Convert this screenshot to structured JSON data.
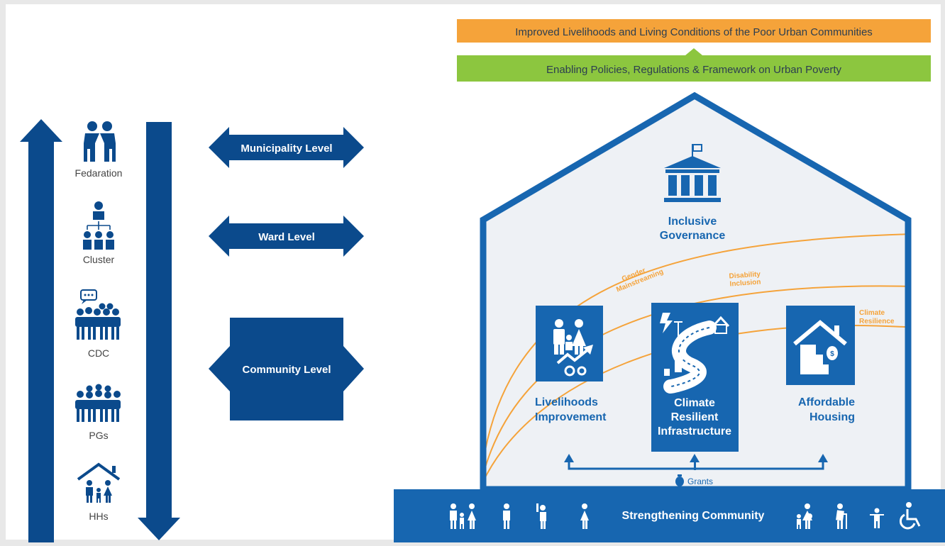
{
  "banners": {
    "top": "Improved Livelihoods and Living Conditions of the Poor Urban Communities",
    "second": "Enabling Policies, Regulations & Framework on Urban Poverty"
  },
  "hierarchy": {
    "items": [
      {
        "label": "Fedaration",
        "icon": "handshake-icon"
      },
      {
        "label": "Cluster",
        "icon": "org-chart-icon"
      },
      {
        "label": "CDC",
        "icon": "group-discussion-icon"
      },
      {
        "label": "PGs",
        "icon": "group-icon"
      },
      {
        "label": "HHs",
        "icon": "family-house-icon"
      }
    ]
  },
  "levels": {
    "municipality": "Municipality Level",
    "ward": "Ward Level",
    "community": "Community Level"
  },
  "house": {
    "governance_line1": "Inclusive",
    "governance_line2": "Governance",
    "curves": {
      "gender_line1": "Gender",
      "gender_line2": "Mainstreaming",
      "disability_line1": "Disability",
      "disability_line2": "Inclusion",
      "climate_line1": "Climate",
      "climate_line2": "Resilience"
    },
    "pillars": {
      "livelihoods_line1": "Livelihoods",
      "livelihoods_line2": "Improvement",
      "infra_line1": "Climate",
      "infra_line2": "Resilient",
      "infra_line3": "Infrastructure",
      "housing_line1": "Affordable",
      "housing_line2": "Housing"
    },
    "grants": "Grants",
    "foundation": "Strengthening Community"
  },
  "colors": {
    "navy": "#0b4a8c",
    "blue": "#1766b0",
    "orange": "#f5a33a",
    "green": "#8cc63f",
    "house_fill": "#eef1f5"
  }
}
